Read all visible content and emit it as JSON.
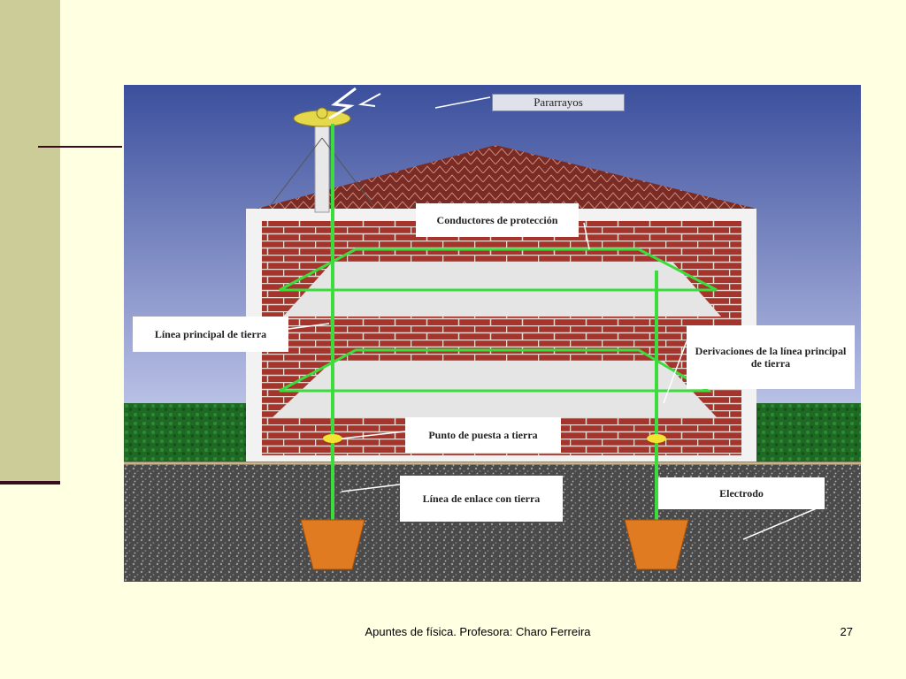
{
  "slide": {
    "footer": "Apuntes de física. Profesora: Charo Ferreira",
    "page_number": "27"
  },
  "diagram": {
    "labels": {
      "pararrayos": "Pararrayos",
      "conductores": "Conductores de protección",
      "linea_principal": "Línea principal de tierra",
      "derivaciones": "Derivaciones de la línea principal de tierra",
      "punto": "Punto de puesta a tierra",
      "linea_enlace": "Línea de enlace con tierra",
      "electrodo": "Electrodo"
    },
    "colors": {
      "sky_top": "#3b4f9c",
      "sky_bottom": "#b9c0e6",
      "brick": "#a5352c",
      "hedge": "#1e6a24",
      "gravel": "#4a4a4a",
      "conductor": "#3ddc3d",
      "electrode": "#e07b21"
    }
  }
}
